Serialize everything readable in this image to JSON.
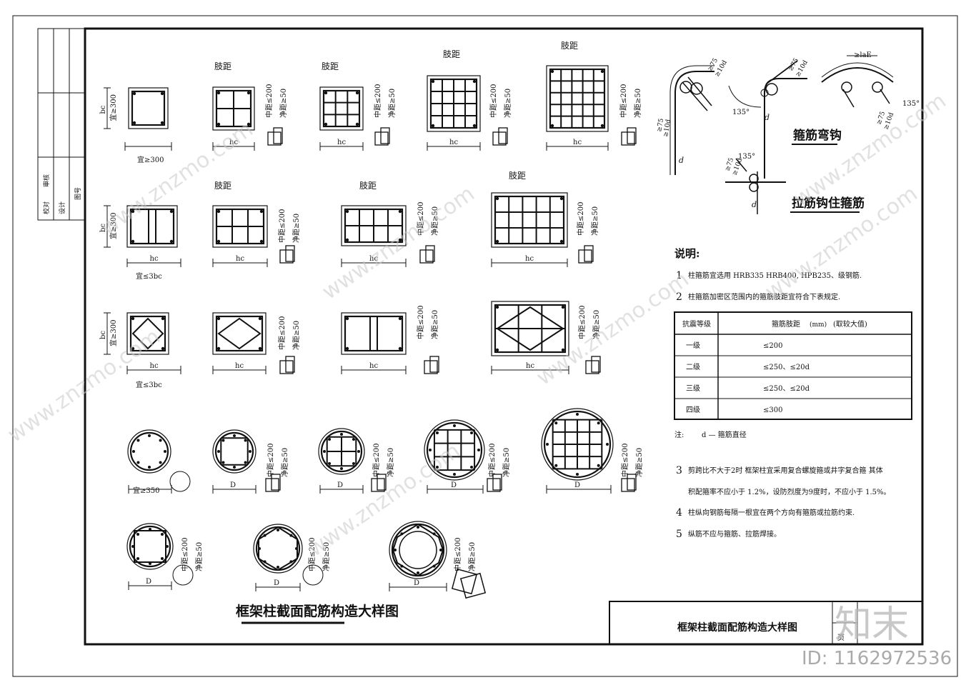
{
  "drawing": {
    "main_title": "框架柱截面配筋构造大样图",
    "titleblock_title": "框架柱截面配筋构造大样图",
    "titleblock_small": "页",
    "left_strip": [
      "校对",
      "设计",
      "审核",
      "图号"
    ],
    "leg_spacing_label": "肢距",
    "leg_spacing_note_1": "中距≤200",
    "leg_spacing_note_2": "净距≥50",
    "dim_hc": "hc",
    "dim_bc": "bc",
    "dim_D": "D",
    "row1_width_note": "宜≥300",
    "row1_height_note": "宜≥300",
    "row2_width_note": "宜≤3bc",
    "row2_height_note": "宜≥300",
    "row3_width_note": "宜≤3bc",
    "row3_height_note": "宜≥300",
    "row4_width_note": "宜≥350"
  },
  "hooks": {
    "title_1": "箍筋弯钩",
    "title_2": "拉筋钩住箍筋",
    "angle": "135°",
    "len_note_a": "≥75",
    "len_note_b": "≥10d",
    "lae": "≥laE",
    "d": "d"
  },
  "notes": {
    "heading": "说明:",
    "items": [
      {
        "num": "1",
        "text": "柱箍筋宜选用 HRB335 HRB400, HPB235、级钢筋."
      },
      {
        "num": "2",
        "text": "柱箍筋加密区范围内的箍筋肢距宜符合下表规定."
      },
      {
        "num": "3",
        "text": "剪跨比不大于2时   框架柱宜采用复合螺旋箍或井字复合箍   其体"
      },
      {
        "num": "",
        "text": "积配箍率不应小于 1.2%，设防烈度为9度时，不应小于 1.5%。"
      },
      {
        "num": "4",
        "text": "柱纵向钢筋每隔一根宜在两个方向有箍筋或拉筋约束."
      },
      {
        "num": "5",
        "text": "纵筋不应与箍筋、拉筋焊接。"
      }
    ],
    "table": {
      "headers": [
        "抗震等级",
        "箍筋肢距",
        "(mm)",
        "(取较大值)"
      ],
      "rows": [
        [
          "一级",
          "≤200"
        ],
        [
          "二级",
          "≤250、≤20d"
        ],
        [
          "三级",
          "≤250、≤20d"
        ],
        [
          "四级",
          "≤300"
        ]
      ]
    },
    "footnote_label": "注:",
    "footnote_text": "d — 箍筋直径"
  },
  "watermark": {
    "text": "www.znzmo.com",
    "brand": "知末",
    "id_label": "ID: 1162972536"
  }
}
